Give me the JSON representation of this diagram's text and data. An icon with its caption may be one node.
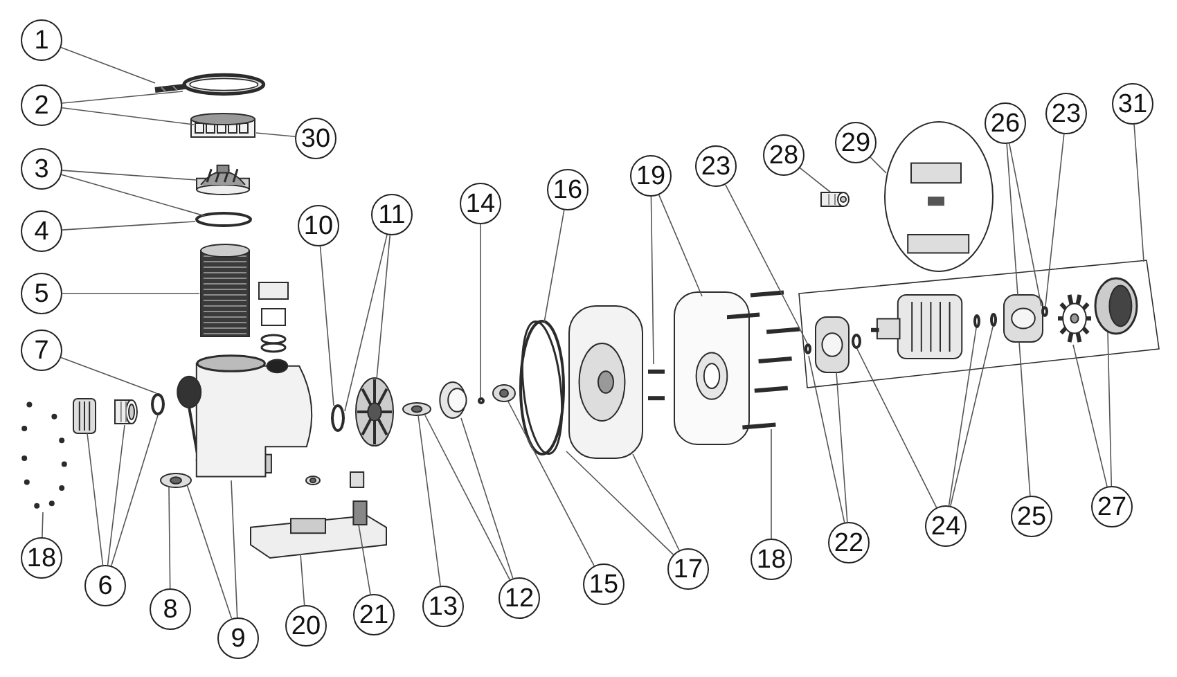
{
  "diagram": {
    "nodes": [
      {
        "text": [
          "1"
        ]
      },
      {
        "text": [
          "2"
        ]
      },
      {
        "text": [
          "30"
        ]
      },
      {
        "text": [
          "3"
        ]
      },
      {
        "text": [
          "4"
        ]
      },
      {
        "text": [
          "5"
        ]
      },
      {
        "text": [
          "10"
        ]
      },
      {
        "text": [
          "11"
        ]
      },
      {
        "text": [
          "14"
        ]
      },
      {
        "text": [
          "16"
        ]
      },
      {
        "text": [
          "19"
        ]
      },
      {
        "text": [
          "23"
        ]
      },
      {
        "text": [
          "28"
        ]
      },
      {
        "text": [
          "29"
        ]
      },
      {
        "text": [
          "26"
        ]
      },
      {
        "text": [
          "23"
        ]
      },
      {
        "text": [
          "31"
        ]
      },
      {
        "text": [
          "7"
        ]
      },
      {
        "text": [
          "18"
        ]
      },
      {
        "text": [
          "6"
        ]
      },
      {
        "text": [
          "8"
        ]
      },
      {
        "text": [
          "9"
        ]
      },
      {
        "text": [
          "20"
        ]
      },
      {
        "text": [
          "21"
        ]
      },
      {
        "text": [
          "13"
        ]
      },
      {
        "text": [
          "12"
        ]
      },
      {
        "text": [
          "15"
        ]
      },
      {
        "text": [
          "17"
        ]
      },
      {
        "text": [
          "18"
        ]
      },
      {
        "text": [
          "22"
        ]
      },
      {
        "text": [
          "24"
        ]
      },
      {
        "text": [
          "25"
        ]
      },
      {
        "text": [
          "27"
        ]
      },
      {
        "text": [],
        "shape": "picture"
      },
      {
        "text": [],
        "shape": "picture"
      },
      {
        "text": [],
        "shape": "picture"
      },
      {
        "text": [],
        "shape": "circle"
      },
      {
        "text": [],
        "shape": "picture"
      },
      {
        "text": [],
        "shape": "picture"
      },
      {
        "text": [],
        "shape": "picture"
      },
      {
        "text": [],
        "shape": "picture"
      },
      {
        "text": [],
        "shape": "circle"
      },
      {
        "text": [],
        "shape": "picture"
      },
      {
        "text": [],
        "shape": "picture"
      },
      {
        "text": [],
        "shape": "picture"
      },
      {
        "text": [],
        "shape": "picture"
      },
      {
        "text": [],
        "shape": "circle"
      },
      {
        "text": [],
        "shape": "picture"
      },
      {
        "text": [],
        "shape": "picture"
      },
      {
        "text": [],
        "shape": "picture"
      },
      {
        "text": [],
        "shape": "circle"
      },
      {
        "text": [],
        "shape": "picture"
      },
      {
        "text": [],
        "shape": "circle"
      },
      {
        "text": [],
        "shape": "picture"
      },
      {
        "text": [],
        "shape": "picture"
      },
      {
        "text": [],
        "shape": "picture"
      },
      {
        "text": [],
        "shape": "picture"
      },
      {
        "text": [],
        "shape": "circle",
        "in": 68
      },
      {
        "text": [],
        "shape": "picture",
        "in": 68
      },
      {
        "text": [],
        "shape": "circle",
        "in": 68
      },
      {
        "text": [],
        "shape": "circle",
        "in": 68
      },
      {
        "text": [],
        "shape": "circle",
        "in": 68
      },
      {
        "text": [],
        "shape": "picture",
        "in": 68
      },
      {
        "text": [],
        "shape": "circle",
        "in": 68
      },
      {
        "text": [],
        "shape": "picture",
        "in": 68
      },
      {
        "text": [],
        "shape": "picture",
        "in": 68
      },
      {
        "text": [],
        "shape": "picture"
      },
      {
        "text": [],
        "shape": "circle"
      },
      {
        "text": [],
        "shape": "box"
      }
    ],
    "edges": [
      {
        "from": 0,
        "to": 33,
        "arrow": "none"
      },
      {
        "from": 1,
        "to": 33,
        "arrow": "none"
      },
      {
        "from": 1,
        "to": 34,
        "arrow": "none"
      },
      {
        "from": 2,
        "to": 34,
        "arrow": "none"
      },
      {
        "from": 3,
        "to": 35,
        "arrow": "none"
      },
      {
        "from": 3,
        "to": 36,
        "arrow": "none"
      },
      {
        "from": 4,
        "to": 36,
        "arrow": "none"
      },
      {
        "from": 5,
        "to": 37,
        "arrow": "none"
      },
      {
        "from": 6,
        "to": 46,
        "arrow": "none"
      },
      {
        "from": 7,
        "to": 46,
        "arrow": "none"
      },
      {
        "from": 7,
        "to": 47,
        "arrow": "none"
      },
      {
        "from": 8,
        "to": 50,
        "arrow": "none"
      },
      {
        "from": 9,
        "to": 52,
        "arrow": "none"
      },
      {
        "from": 10,
        "to": 54,
        "arrow": "none"
      },
      {
        "from": 10,
        "to": 55,
        "arrow": "none"
      },
      {
        "from": 11,
        "to": 57,
        "arrow": "none"
      },
      {
        "from": 12,
        "to": 66,
        "arrow": "none"
      },
      {
        "from": 13,
        "to": 67,
        "arrow": "none"
      },
      {
        "from": 14,
        "to": 62,
        "arrow": "none"
      },
      {
        "from": 14,
        "to": 63,
        "arrow": "none"
      },
      {
        "from": 15,
        "to": 63,
        "arrow": "none"
      },
      {
        "from": 16,
        "to": 68,
        "arrow": "none"
      },
      {
        "from": 17,
        "to": 41,
        "arrow": "none"
      },
      {
        "from": 18,
        "to": 43,
        "arrow": "none"
      },
      {
        "from": 19,
        "to": 39,
        "arrow": "none"
      },
      {
        "from": 19,
        "to": 40,
        "arrow": "none"
      },
      {
        "from": 19,
        "to": 41,
        "arrow": "none"
      },
      {
        "from": 20,
        "to": 42,
        "arrow": "none"
      },
      {
        "from": 21,
        "to": 42,
        "arrow": "none"
      },
      {
        "from": 21,
        "to": 38,
        "arrow": "none"
      },
      {
        "from": 22,
        "to": 44,
        "arrow": "none"
      },
      {
        "from": 23,
        "to": 45,
        "arrow": "none"
      },
      {
        "from": 24,
        "to": 48,
        "arrow": "none"
      },
      {
        "from": 25,
        "to": 48,
        "arrow": "none"
      },
      {
        "from": 25,
        "to": 49,
        "arrow": "none"
      },
      {
        "from": 26,
        "to": 51,
        "arrow": "none"
      },
      {
        "from": 27,
        "to": 52,
        "arrow": "none"
      },
      {
        "from": 27,
        "to": 53,
        "arrow": "none"
      },
      {
        "from": 28,
        "to": 56,
        "arrow": "none"
      },
      {
        "from": 29,
        "to": 57,
        "arrow": "none"
      },
      {
        "from": 29,
        "to": 58,
        "arrow": "none"
      },
      {
        "from": 30,
        "to": 59,
        "arrow": "none"
      },
      {
        "from": 30,
        "to": 60,
        "arrow": "none"
      },
      {
        "from": 30,
        "to": 61,
        "arrow": "none"
      },
      {
        "from": 31,
        "to": 62,
        "arrow": "none"
      },
      {
        "from": 32,
        "to": 64,
        "arrow": "none"
      },
      {
        "from": 32,
        "to": 65,
        "arrow": "none"
      }
    ]
  }
}
